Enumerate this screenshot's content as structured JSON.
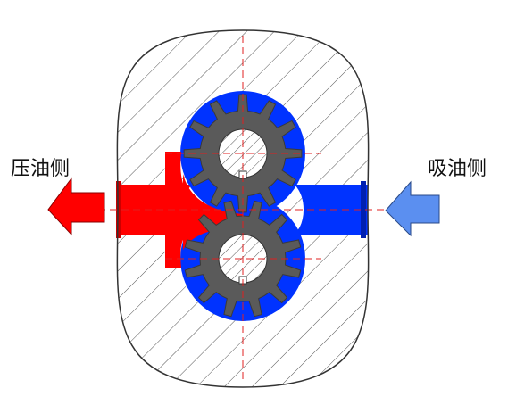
{
  "labels": {
    "discharge_side": "压油侧",
    "suction_side": "吸油侧"
  },
  "colors": {
    "discharge": "#ff0000",
    "suction": "#0033ff",
    "suction_arrow": "#5b8ff0",
    "gear": "#5a5a5a",
    "housing_hatch": "#555555",
    "centerline": "#e02020"
  },
  "gears": {
    "tooth_count": 12
  }
}
